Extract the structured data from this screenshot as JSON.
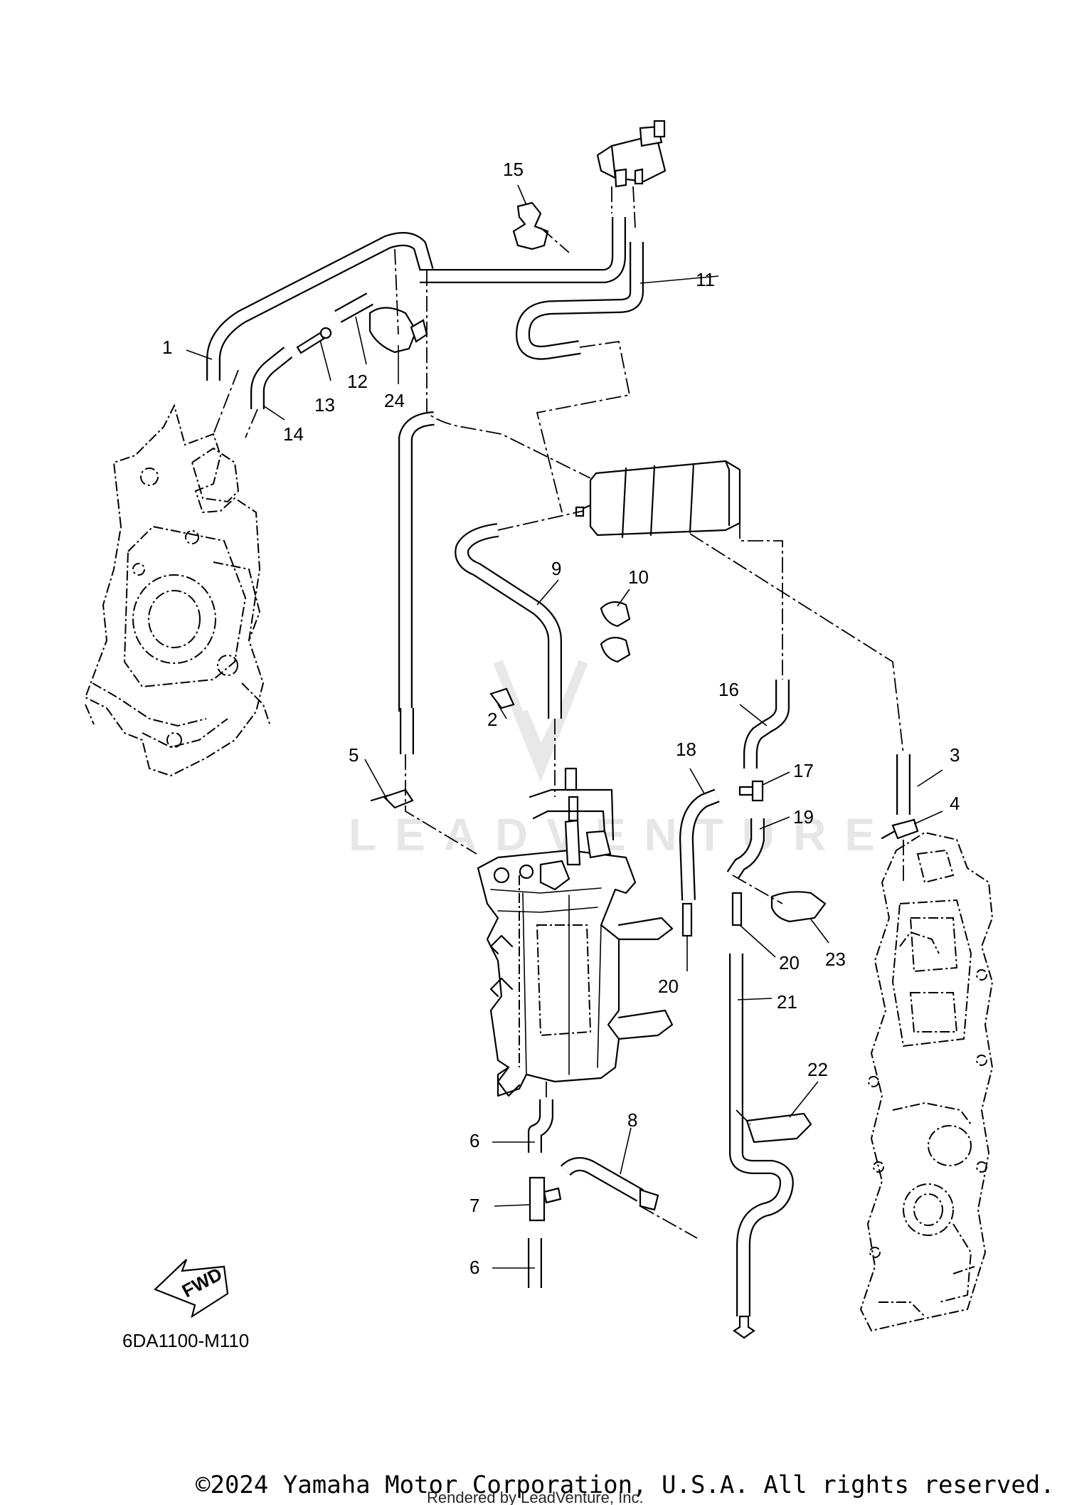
{
  "diagram": {
    "part_labels": [
      {
        "id": "p1",
        "text": "1"
      },
      {
        "id": "p2",
        "text": "2"
      },
      {
        "id": "p3",
        "text": "3"
      },
      {
        "id": "p4",
        "text": "4"
      },
      {
        "id": "p5",
        "text": "5"
      },
      {
        "id": "p6a",
        "text": "6"
      },
      {
        "id": "p6b",
        "text": "6"
      },
      {
        "id": "p7",
        "text": "7"
      },
      {
        "id": "p8",
        "text": "8"
      },
      {
        "id": "p9",
        "text": "9"
      },
      {
        "id": "p10",
        "text": "10"
      },
      {
        "id": "p11",
        "text": "11"
      },
      {
        "id": "p12",
        "text": "12"
      },
      {
        "id": "p13",
        "text": "13"
      },
      {
        "id": "p14",
        "text": "14"
      },
      {
        "id": "p15",
        "text": "15"
      },
      {
        "id": "p16",
        "text": "16"
      },
      {
        "id": "p17",
        "text": "17"
      },
      {
        "id": "p18",
        "text": "18"
      },
      {
        "id": "p19",
        "text": "19"
      },
      {
        "id": "p20a",
        "text": "20"
      },
      {
        "id": "p20b",
        "text": "20"
      },
      {
        "id": "p21",
        "text": "21"
      },
      {
        "id": "p22",
        "text": "22"
      },
      {
        "id": "p23",
        "text": "23"
      },
      {
        "id": "p24",
        "text": "24"
      }
    ],
    "fwd_label": "FWD",
    "diagram_code": "6DA1100-M110",
    "watermark": "LEADVENTURE"
  },
  "footer": {
    "copyright": "©2024 Yamaha Motor Corporation, U.S.A. All rights reserved.",
    "rendered_by": "Rendered by LeadVenture, Inc."
  }
}
